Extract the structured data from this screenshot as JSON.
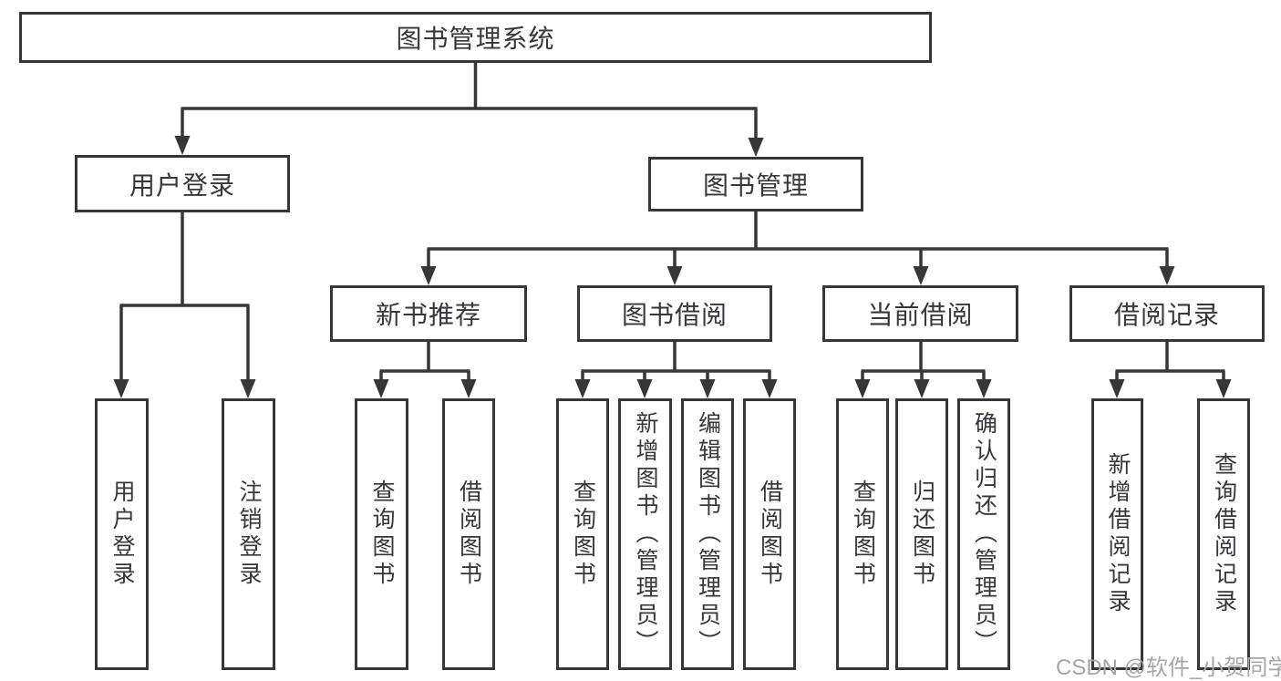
{
  "root_label": "图书管理系统",
  "user_branch": {
    "label": "用户登录",
    "children": [
      "用户登录",
      "注销登录"
    ]
  },
  "book_branch": {
    "label": "图书管理",
    "sections": [
      {
        "label": "新书推荐",
        "children": [
          "查询图书",
          "借阅图书"
        ]
      },
      {
        "label": "图书借阅",
        "children": [
          "查询图书",
          "新增图书（管理员）",
          "编辑图书（管理员）",
          "借阅图书"
        ]
      },
      {
        "label": "当前借阅",
        "children": [
          "查询图书",
          "归还图书",
          "确认归还（管理员）"
        ]
      },
      {
        "label": "借阅记录",
        "children": [
          "新增借阅记录",
          "查询借阅记录"
        ]
      }
    ]
  },
  "watermark": "CSDN @软件_小贺同学",
  "colors": {
    "line": "#373737",
    "text": "#36363c",
    "box_background": "#ffffff",
    "watermark": "#a6a6a6"
  }
}
